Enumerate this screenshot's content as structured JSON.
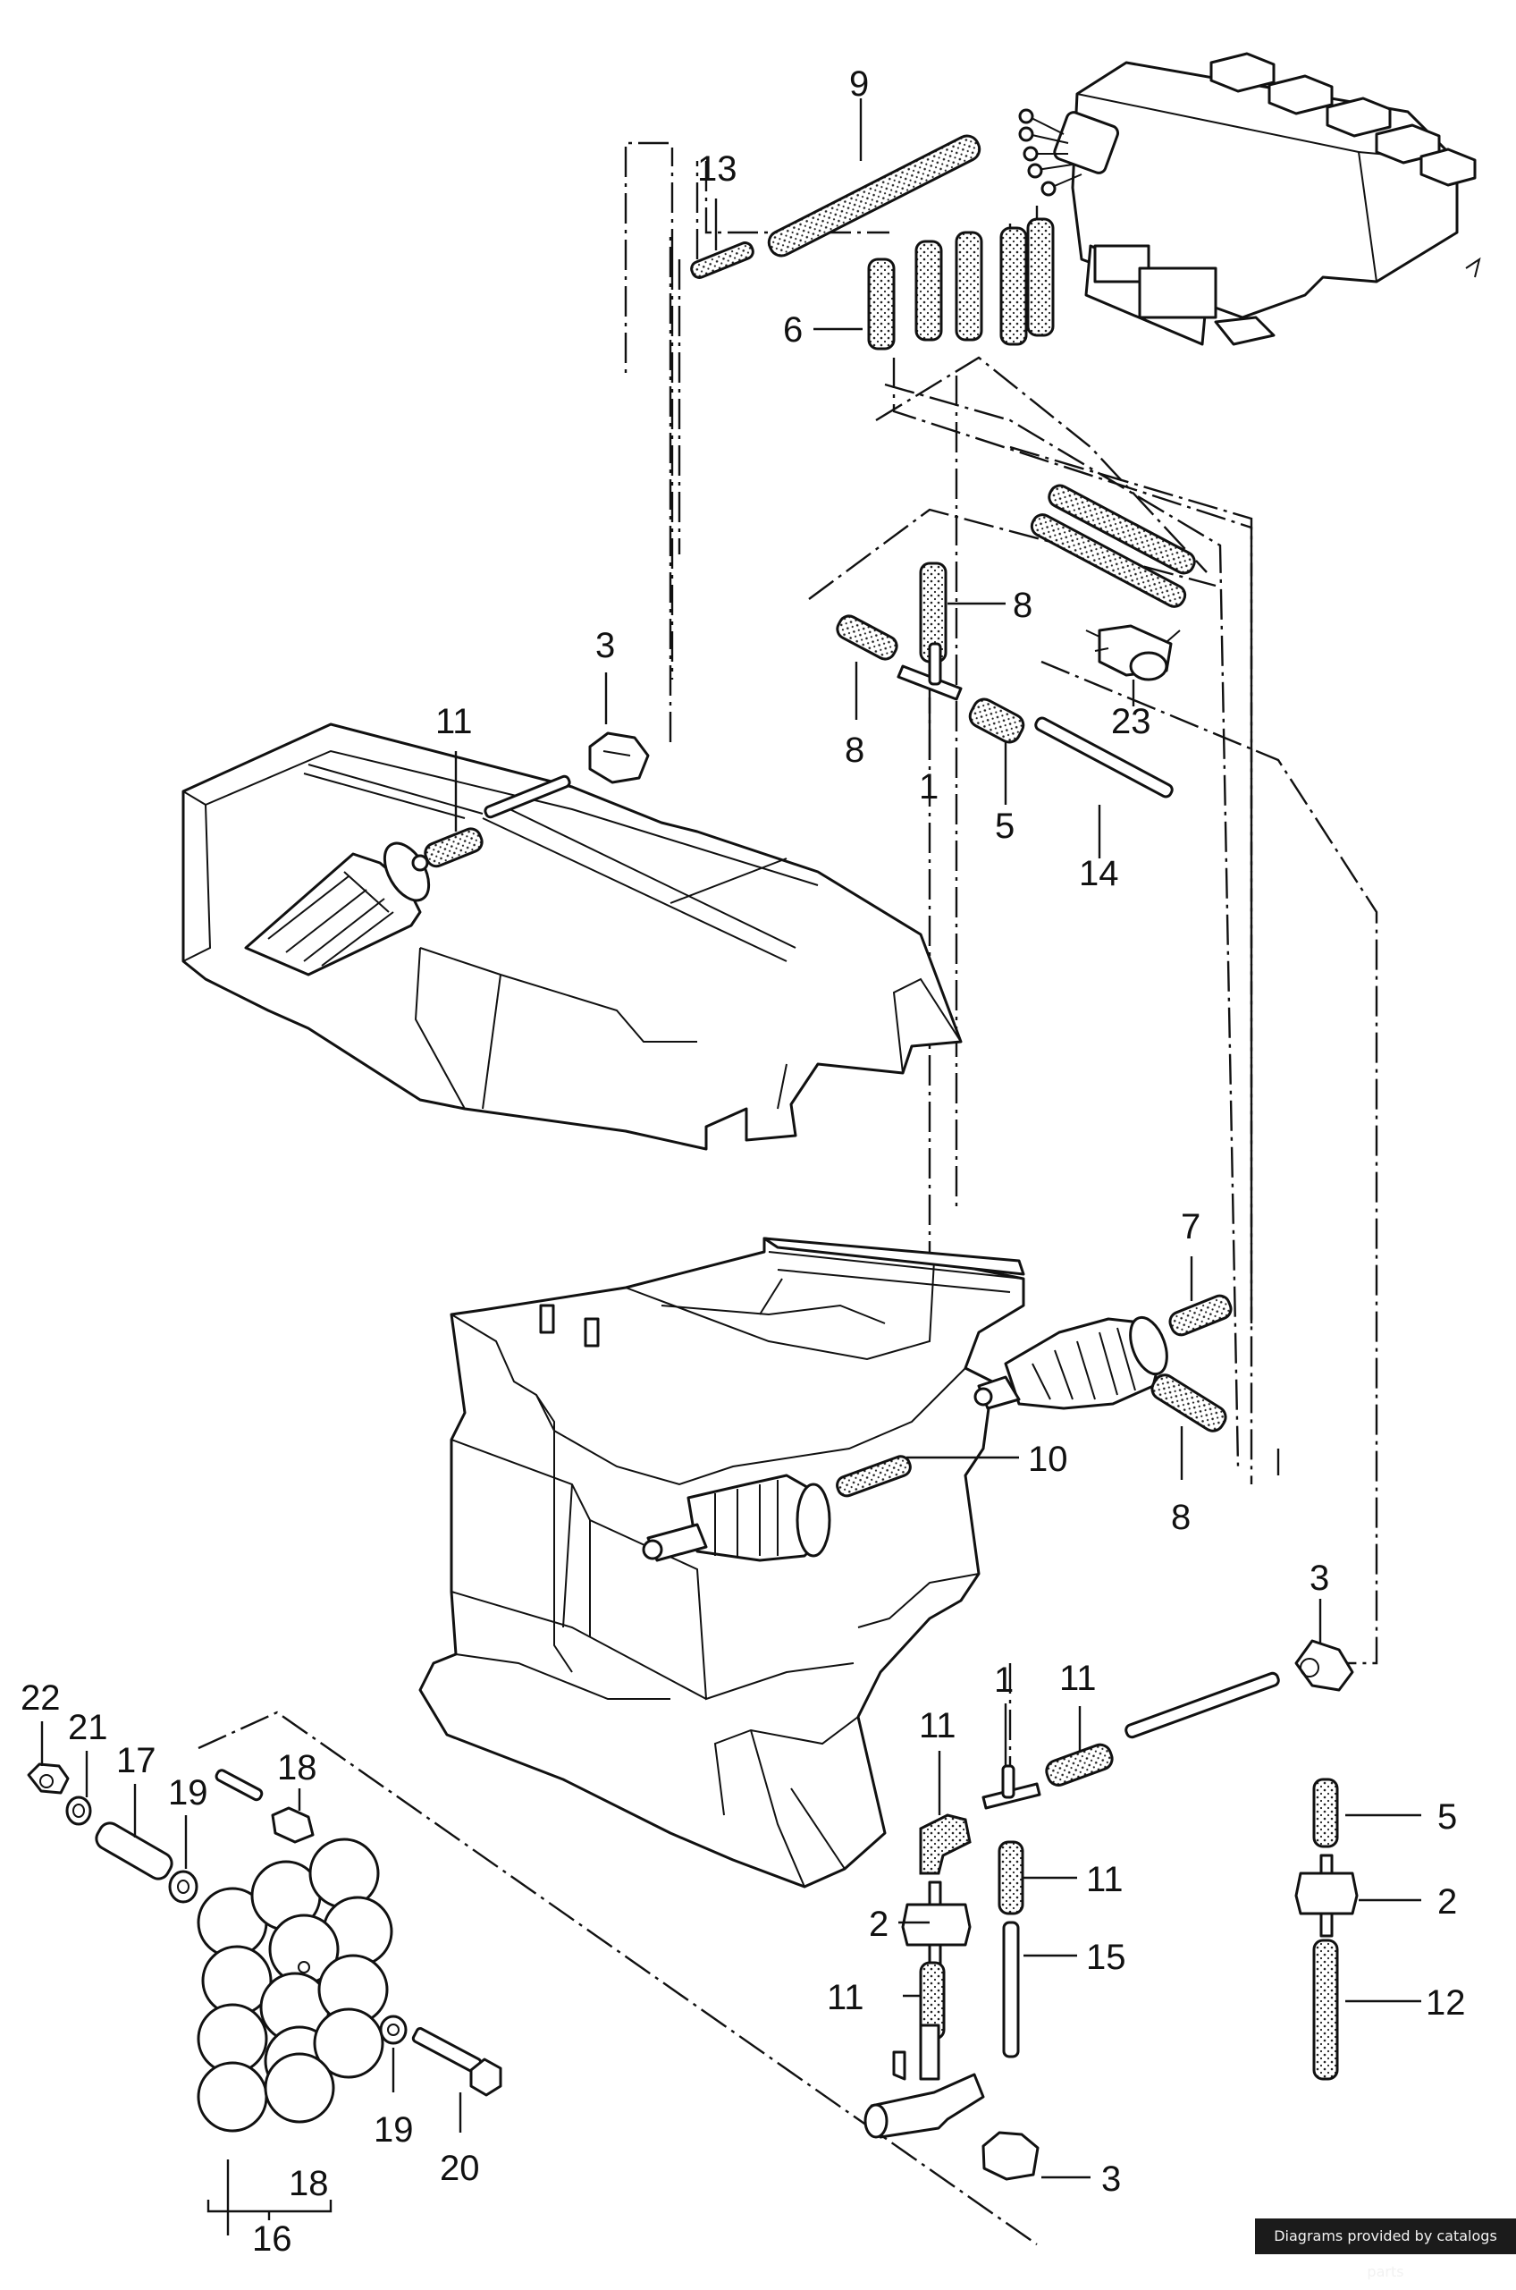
{
  "credit": "Diagrams provided by catalogs parts",
  "callouts": {
    "c1a": "1",
    "c1b": "1",
    "c2a": "2",
    "c2b": "2",
    "c3a": "3",
    "c3b": "3",
    "c3c": "3",
    "c5a": "5",
    "c5b": "5",
    "c6": "6",
    "c7": "7",
    "c8a": "8",
    "c8b": "8",
    "c8c": "8",
    "c9": "9",
    "c10": "10",
    "c11a": "11",
    "c11b": "11",
    "c11c": "11",
    "c11d": "11",
    "c11e": "11",
    "c12": "12",
    "c13": "13",
    "c14": "14",
    "c15": "15",
    "c16": "16",
    "c17": "17",
    "c18a": "18",
    "c18b": "18",
    "c19a": "19",
    "c19b": "19",
    "c20": "20",
    "c21": "21",
    "c22": "22",
    "c23": "23"
  }
}
